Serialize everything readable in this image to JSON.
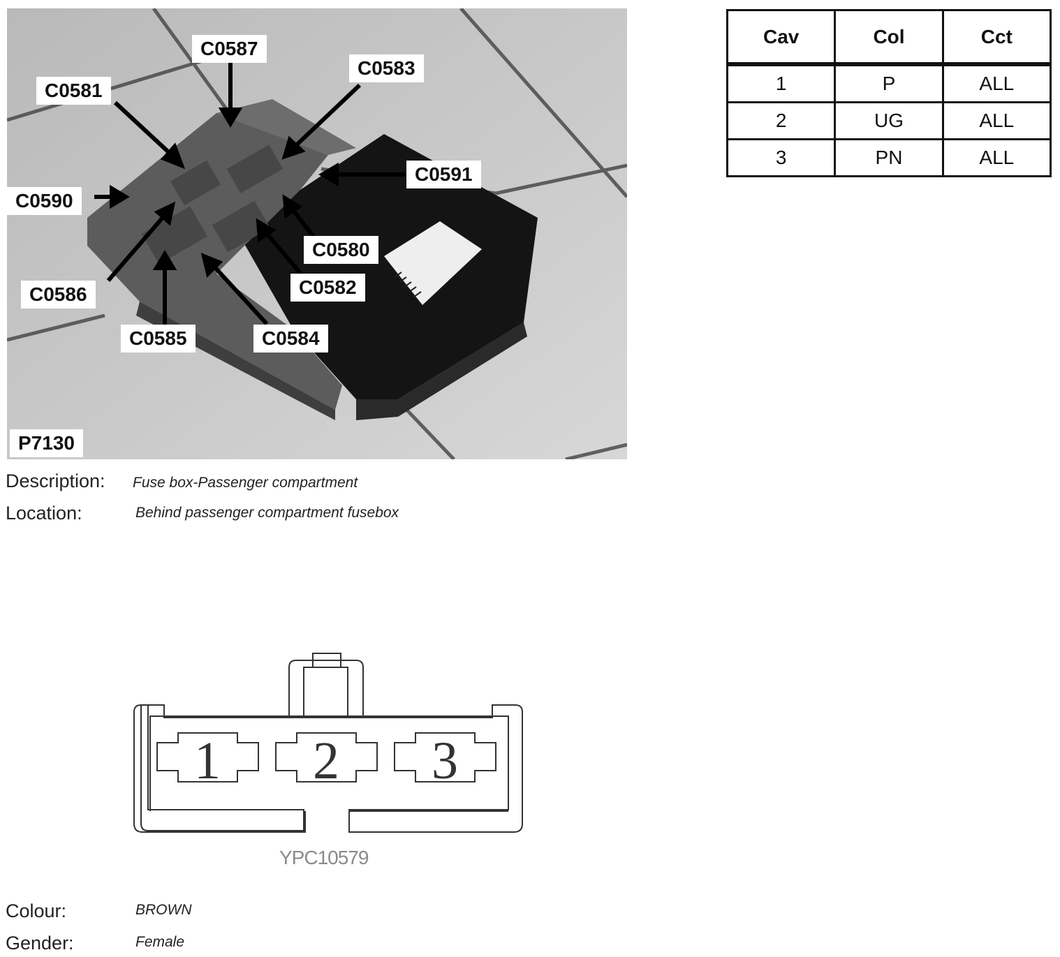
{
  "photo": {
    "ref": "P7130",
    "callouts": [
      {
        "id": "C0587"
      },
      {
        "id": "C0583"
      },
      {
        "id": "C0581"
      },
      {
        "id": "C0591"
      },
      {
        "id": "C0590"
      },
      {
        "id": "C0580"
      },
      {
        "id": "C0582"
      },
      {
        "id": "C0586"
      },
      {
        "id": "C0585"
      },
      {
        "id": "C0584"
      }
    ]
  },
  "details": {
    "description_label": "Description:",
    "description_value": "Fuse box-Passenger compartment",
    "location_label": "Location:",
    "location_value": "Behind passenger compartment fusebox",
    "colour_label": "Colour:",
    "colour_value": "BROWN",
    "gender_label": "Gender:",
    "gender_value": "Female"
  },
  "table": {
    "headers": [
      "Cav",
      "Col",
      "Cct"
    ],
    "rows": [
      [
        "1",
        "P",
        "ALL"
      ],
      [
        "2",
        "UG",
        "ALL"
      ],
      [
        "3",
        "PN",
        "ALL"
      ]
    ]
  },
  "connector": {
    "ref": "YPC10579",
    "cavities": [
      "1",
      "2",
      "3"
    ]
  }
}
